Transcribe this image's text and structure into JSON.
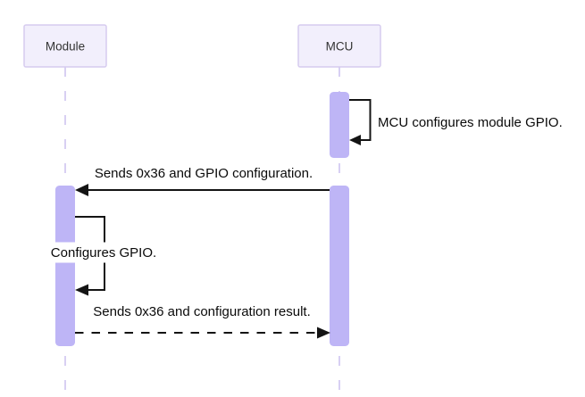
{
  "diagram": {
    "type": "sequence-diagram",
    "participants": [
      {
        "id": "module",
        "label": "Module"
      },
      {
        "id": "mcu",
        "label": "MCU"
      }
    ],
    "messages": [
      {
        "from": "MCU",
        "to": "MCU",
        "style": "self-loop-solid",
        "label": "MCU configures module GPIO."
      },
      {
        "from": "MCU",
        "to": "Module",
        "style": "solid-arrow",
        "label": "Sends 0x36 and GPIO configuration."
      },
      {
        "from": "Module",
        "to": "Module",
        "style": "self-loop-solid",
        "label": "Configures GPIO."
      },
      {
        "from": "Module",
        "to": "MCU",
        "style": "dashed-arrow",
        "label": "Sends 0x36 and configuration result."
      }
    ],
    "colors": {
      "background": "#FFFFFF",
      "participant_fill": "#F2EFFC",
      "participant_border": "#D6CCEF",
      "participant_text": "#333333",
      "activation_fill": "#BEB5F6",
      "lifeline": "#D8D0F3",
      "message_line": "#141414",
      "message_text": "#0A0A0A"
    }
  }
}
